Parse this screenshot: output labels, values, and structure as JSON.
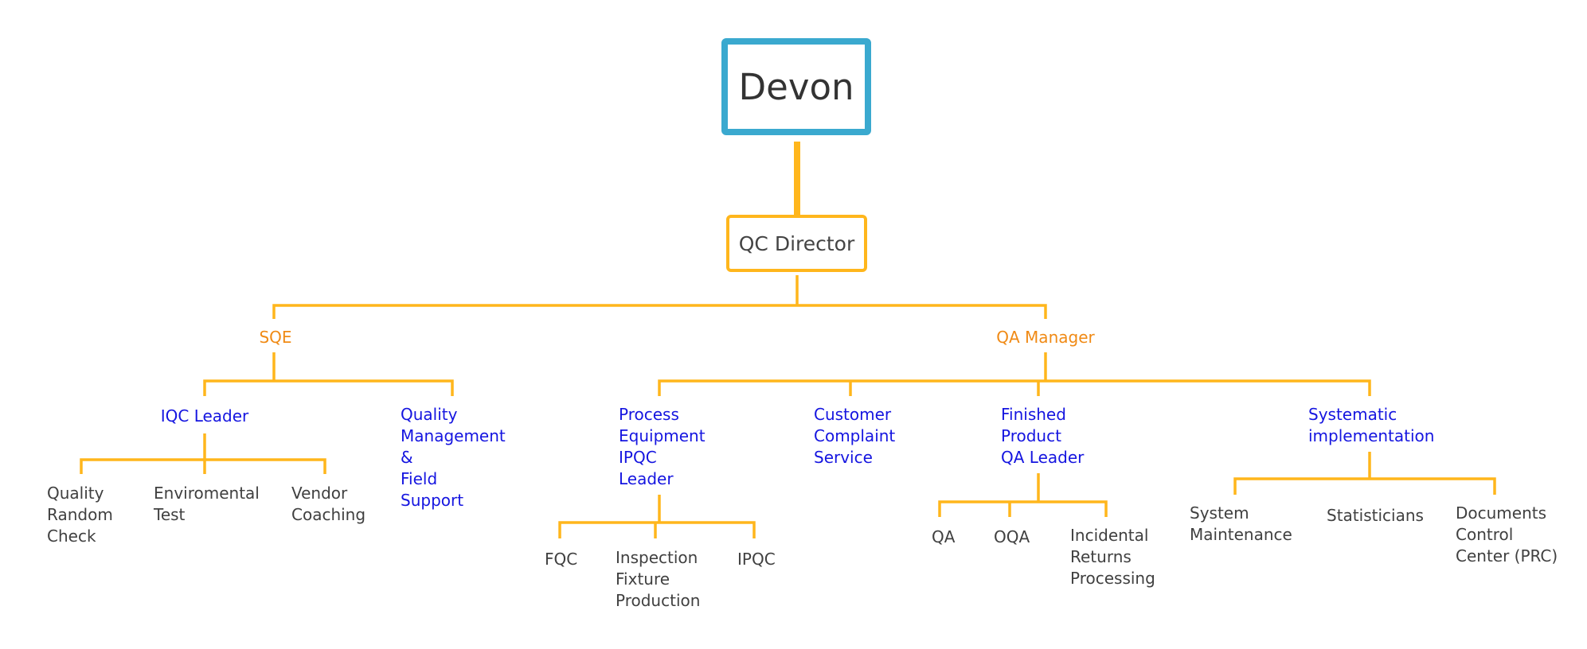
{
  "colors": {
    "root_border": "#3aa9cf",
    "connector": "#ffb61c",
    "level2_text": "#f08a15",
    "level3_text": "#1515e0",
    "leaf_text": "#404040"
  },
  "root": {
    "label": "Devon"
  },
  "director": {
    "label": "QC Director"
  },
  "managers": [
    {
      "label": "SQE"
    },
    {
      "label": "QA Manager"
    }
  ],
  "leaders": [
    {
      "label": "IQC Leader"
    },
    {
      "label": "Quality\nManagement\n&\nField\nSupport"
    },
    {
      "label": "Process\nEquipment\nIPQC\nLeader"
    },
    {
      "label": "Customer\nComplaint\nService"
    },
    {
      "label": "Finished\nProduct\nQA Leader"
    },
    {
      "label": "Systematic\nimplementation"
    }
  ],
  "iqc_children": [
    {
      "label": "Quality\nRandom\nCheck"
    },
    {
      "label": "Enviromental\nTest"
    },
    {
      "label": "Vendor\nCoaching"
    }
  ],
  "process_children": [
    {
      "label": "FQC"
    },
    {
      "label": "Inspection\nFixture\nProduction"
    },
    {
      "label": "IPQC"
    }
  ],
  "finished_children": [
    {
      "label": "QA"
    },
    {
      "label": "OQA"
    },
    {
      "label": "Incidental\nReturns\nProcessing"
    }
  ],
  "systematic_children": [
    {
      "label": "System\nMaintenance"
    },
    {
      "label": "Statisticians"
    },
    {
      "label": "Documents\nControl\nCenter (PRC)"
    }
  ]
}
